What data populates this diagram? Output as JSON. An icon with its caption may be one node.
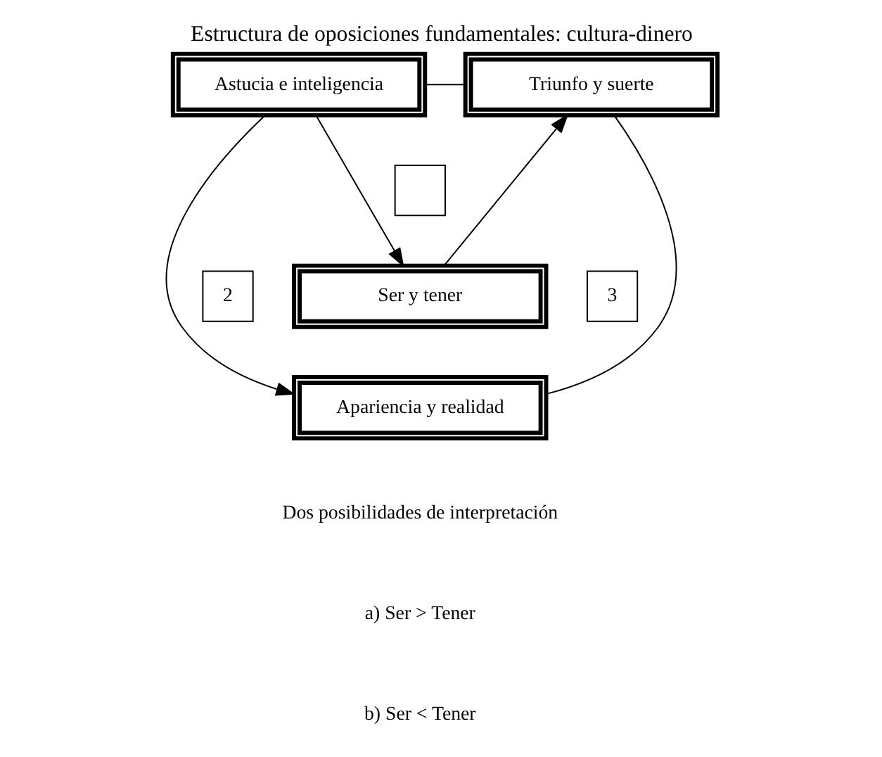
{
  "diagram": {
    "title": "Estructura de oposiciones fundamentales: cultura-dinero",
    "nodes": [
      {
        "text": [
          "Astucia e inteligencia"
        ]
      },
      {
        "text": [
          "Triunfo y suerte"
        ]
      },
      {
        "text": [],
        "shape": "box"
      },
      {
        "text": [
          "2"
        ]
      },
      {
        "text": [
          "Ser y tener"
        ]
      },
      {
        "text": [
          "3"
        ]
      },
      {
        "text": [
          "Apariencia y realidad"
        ]
      }
    ],
    "edges": [
      {
        "from": 0,
        "to": 1,
        "arrow": "none"
      },
      {
        "from": 0,
        "to": 4,
        "arrow": "to"
      },
      {
        "from": 4,
        "to": 1,
        "arrow": "to"
      },
      {
        "from": 0,
        "to": 6,
        "arrow": "to"
      },
      {
        "from": 6,
        "to": 1,
        "arrow": "none"
      }
    ],
    "labels": [
      "Dos posibilidades de interpretación",
      "a) Ser > Tener",
      "b) Ser < Tener"
    ]
  }
}
